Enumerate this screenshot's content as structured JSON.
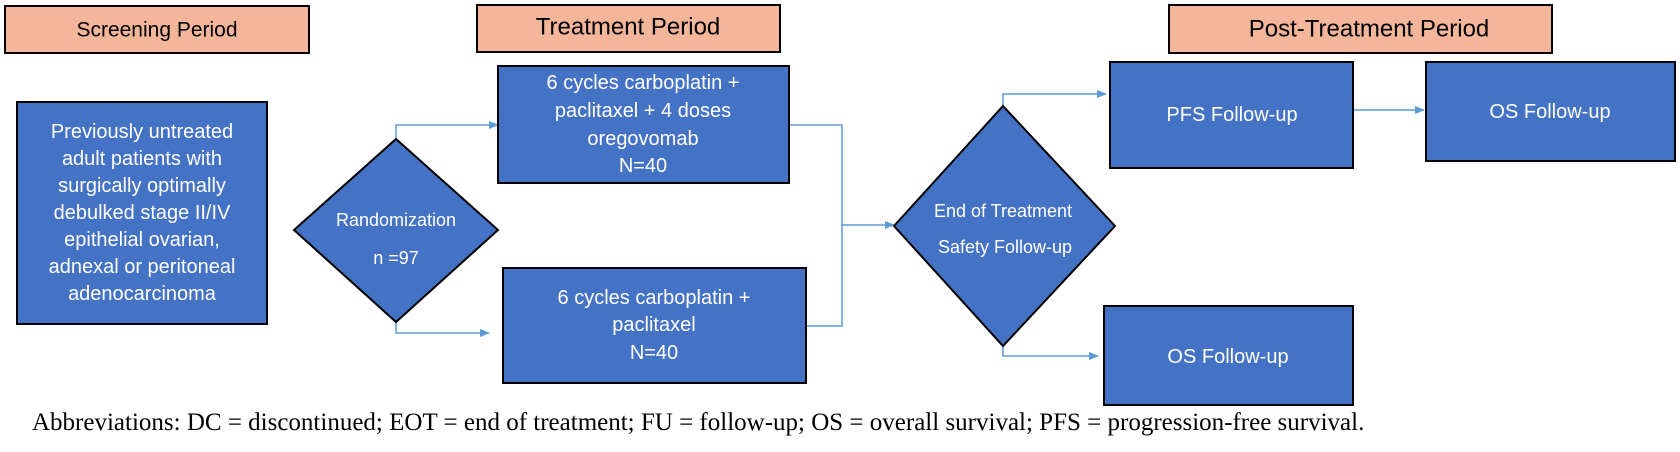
{
  "headers": {
    "screening": "Screening Period",
    "treatment": "Treatment Period",
    "post_treatment": "Post-Treatment Period"
  },
  "boxes": {
    "patients": [
      "Previously untreated",
      "adult patients with",
      "surgically optimally",
      "debulked stage II/IV",
      "epithelial ovarian,",
      "adnexal or peritoneal",
      "adenocarcinoma"
    ],
    "arm_oregovomab": [
      "6 cycles carboplatin +",
      "paclitaxel + 4 doses",
      "oregovomab",
      "N=40"
    ],
    "arm_control": [
      "6 cycles carboplatin +",
      "paclitaxel",
      "N=40"
    ],
    "pfs_followup": "PFS Follow-up",
    "os_followup_top": "OS Follow-up",
    "os_followup_bottom": "OS Follow-up"
  },
  "decisions": {
    "randomization": [
      "Randomization",
      "n =97"
    ],
    "end_of_treatment": [
      "End of Treatment",
      "Safety Follow-up"
    ]
  },
  "footnote": "Abbreviations: DC = discontinued; EOT = end of treatment; FU = follow-up; OS = overall survival; PFS = progression-free survival.",
  "colors": {
    "header_fill": "#f4b69a",
    "box_fill": "#4472c4",
    "connector": "#5b9bd5"
  }
}
